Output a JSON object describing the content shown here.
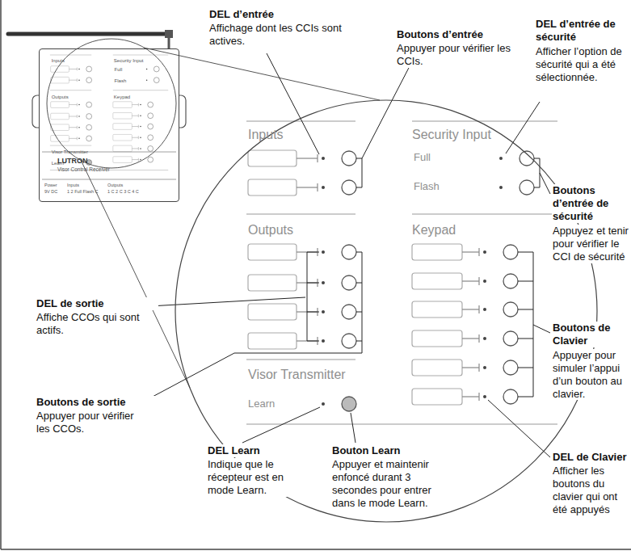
{
  "diagram": {
    "nodes": [
      {
        "text": [
          "Inputs",
          "Security Input",
          "Full",
          "Flash",
          "Outputs",
          "Keypad",
          "Visor Transmitter",
          "Learn",
          "LUTRON",
          "Visor Control Receiver",
          "Power",
          "9V DC",
          "Inputs",
          "1 2 Full Flash C",
          "Outputs",
          "1 C 2 C 3 C 4 C"
        ]
      },
      {
        "text": [
          "Inputs",
          "Security Input",
          "Full",
          "Flash",
          "Outputs",
          "Keypad",
          "Visor Transmitter",
          "Learn"
        ]
      }
    ],
    "labels": [
      "DEL d’entrée",
      "Affichage dont les CCIs sont actives.",
      "Boutons d’entrée",
      "Appuyer pour vérifier les CCIs.",
      "DEL d’entrée de sécurité",
      "Afficher l’option de sécurité qui a été sélectionnée.",
      "Boutons d’entrée de sécurité",
      "Appuyez et tenir pour vérifier le CCI de sécurité",
      "Boutons de Clavier",
      "Appuyer pour simuler l’appui d’un bouton au clavier.",
      "DEL de Clavier",
      "Afficher les boutons du clavier qui ont été appuyés",
      "DEL de sortie",
      "Affiche CCOs qui sont actifs.",
      "Boutons de sortie",
      "Appuyer pour vérifier les CCOs.",
      "DEL Learn",
      "Indique que le récepteur est en mode Learn.",
      "Bouton Learn",
      "Appuyer et maintenir enfoncé durant 3 secondes pour entrer dans le mode Learn."
    ]
  }
}
